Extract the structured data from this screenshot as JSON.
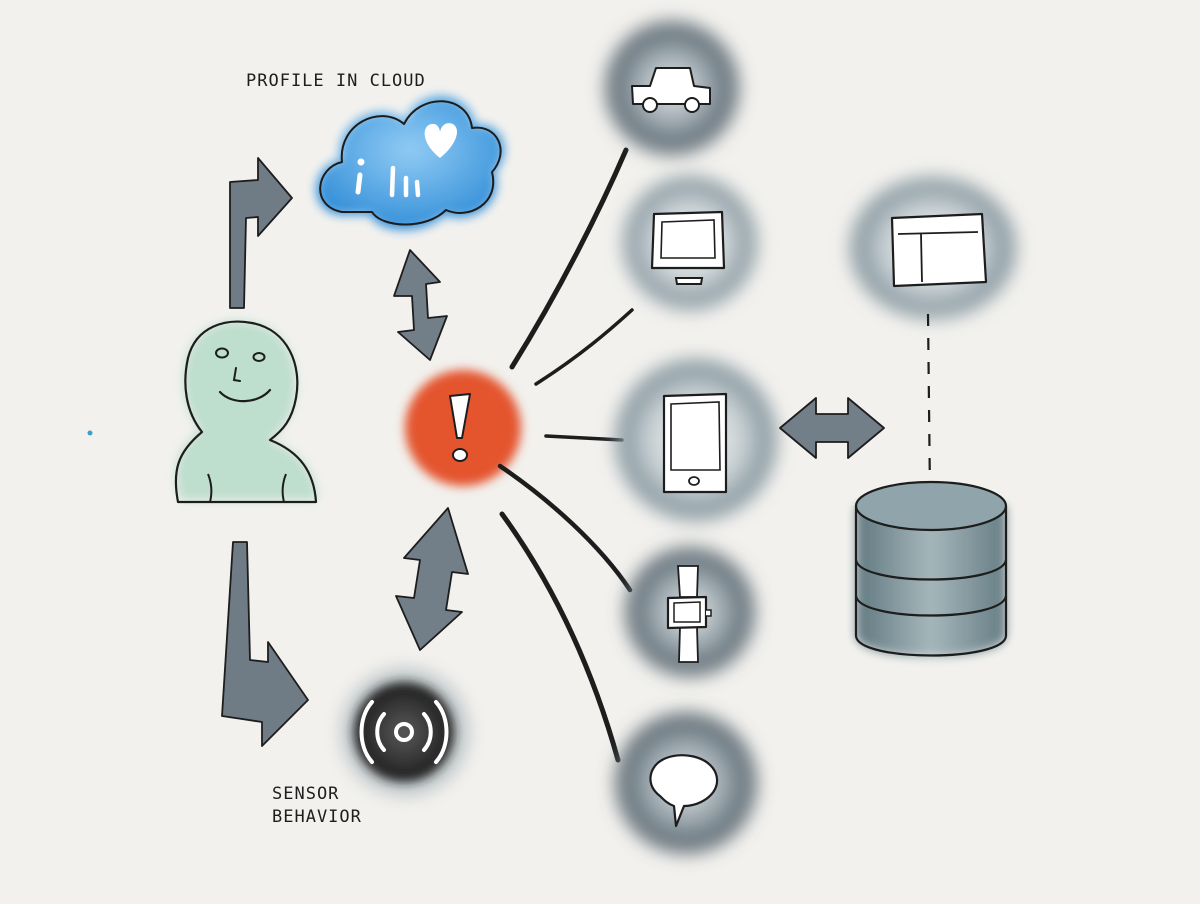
{
  "labels": {
    "profile_in_cloud": "PROFILE IN CLOUD",
    "sensor_line1": "SENSOR",
    "sensor_line2": "BEHAVIOR"
  },
  "colors": {
    "background": "#f2f1ee",
    "person_fill": "#b9dccb",
    "cloud_fill": "#3d9be3",
    "alert_fill": "#e4542f",
    "arrow_fill": "#5c6a76",
    "device_halo": "#8b9ba3",
    "database_fill": "#6e8a92",
    "sensor_fill": "#2c2c2c",
    "ink": "#1d1d1d"
  },
  "icons": [
    "person-icon",
    "cloud-icon",
    "heart-icon",
    "info-icon",
    "bar-chart-icon",
    "alert-icon",
    "sensor-icon",
    "car-icon",
    "monitor-icon",
    "tablet-icon",
    "watch-icon",
    "speech-bubble-icon",
    "window-icon",
    "database-icon"
  ]
}
